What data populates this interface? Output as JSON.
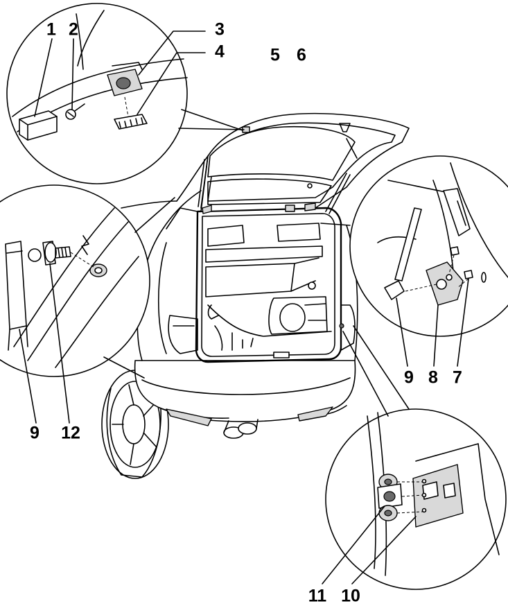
{
  "callouts": [
    {
      "id": "1",
      "label": "1"
    },
    {
      "id": "2",
      "label": "2"
    },
    {
      "id": "3",
      "label": "3"
    },
    {
      "id": "4",
      "label": "4"
    },
    {
      "id": "5",
      "label": "5"
    },
    {
      "id": "6",
      "label": "6"
    },
    {
      "id": "9a",
      "label": "9"
    },
    {
      "id": "12",
      "label": "12"
    },
    {
      "id": "9b",
      "label": "9"
    },
    {
      "id": "8",
      "label": "8"
    },
    {
      "id": "7",
      "label": "7"
    },
    {
      "id": "11",
      "label": "11"
    },
    {
      "id": "10",
      "label": "10"
    }
  ]
}
